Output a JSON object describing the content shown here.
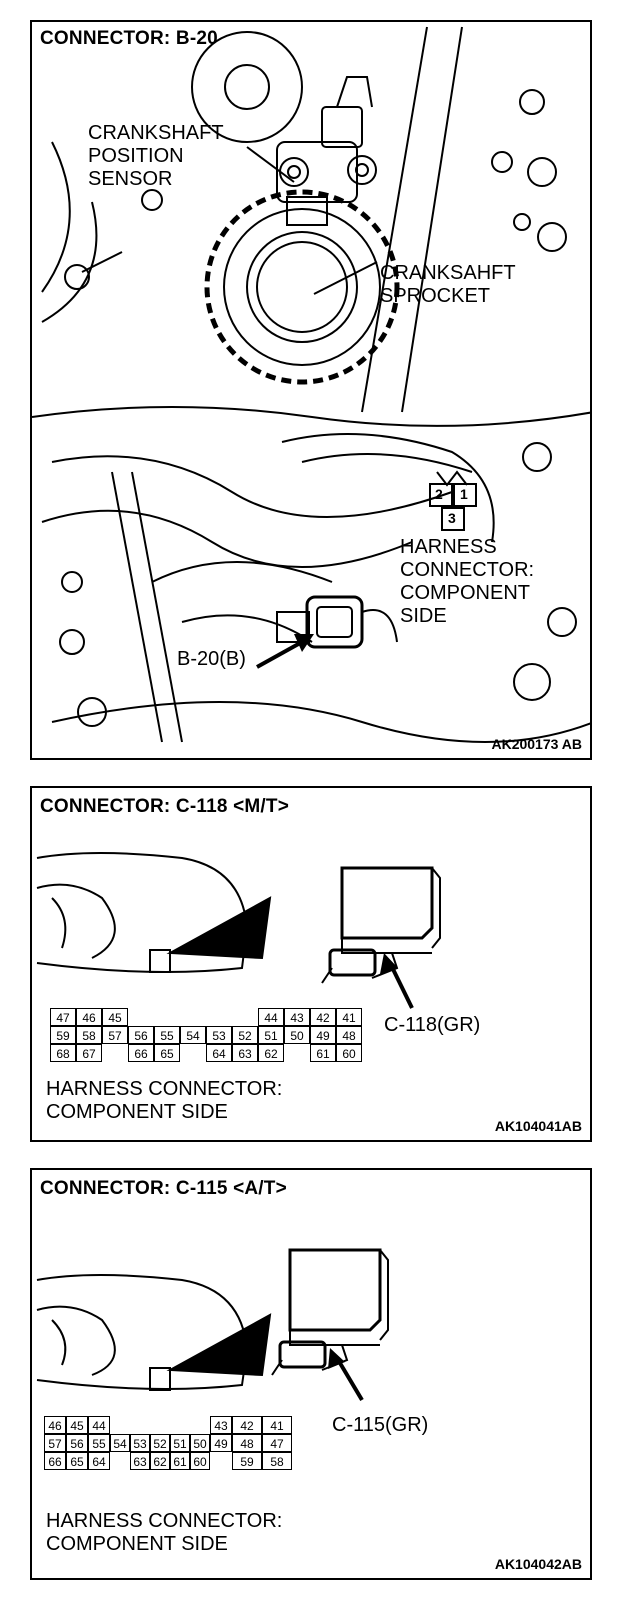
{
  "panels": [
    {
      "title": "CONNECTOR: B-20",
      "labels": {
        "sensor_line1": "CRANKSHAFT",
        "sensor_line2": "POSITION",
        "sensor_line3": "SENSOR",
        "sprocket_line1": "CRANKSAHFT",
        "sprocket_line2": "SPROCKET",
        "harness_line1": "HARNESS",
        "harness_line2": "CONNECTOR:",
        "harness_line3": "COMPONENT",
        "harness_line4": "SIDE",
        "connector_ref": "B-20(B)",
        "pins": [
          "2",
          "1",
          "3"
        ]
      },
      "code": "AK200173 AB"
    },
    {
      "title": "CONNECTOR: C-118 <M/T>",
      "connector_ref": "C-118(GR)",
      "harness_line1": "HARNESS CONNECTOR:",
      "harness_line2": "COMPONENT SIDE",
      "code": "AK104041AB",
      "rows": [
        [
          "47",
          "46",
          "45",
          "",
          "",
          "",
          "",
          "",
          "44",
          "43",
          "42",
          "41"
        ],
        [
          "59",
          "58",
          "57",
          "56",
          "55",
          "54",
          "53",
          "52",
          "51",
          "50",
          "49",
          "48"
        ],
        [
          "68",
          "67",
          "",
          "66",
          "65",
          "",
          "64",
          "63",
          "62",
          "",
          "61",
          "60"
        ]
      ]
    },
    {
      "title": "CONNECTOR: C-115 <A/T>",
      "connector_ref": "C-115(GR)",
      "harness_line1": "HARNESS CONNECTOR:",
      "harness_line2": "COMPONENT SIDE",
      "code": "AK104042AB",
      "rows": [
        [
          "46",
          "45",
          "44",
          "",
          "",
          "",
          "",
          "",
          "43",
          "42",
          "41"
        ],
        [
          "57",
          "56",
          "55",
          "54",
          "53",
          "52",
          "51",
          "50",
          "49",
          "48",
          "47"
        ],
        [
          "66",
          "65",
          "64",
          "",
          "63",
          "62",
          "61",
          "60",
          "",
          "59",
          "58"
        ]
      ]
    }
  ]
}
